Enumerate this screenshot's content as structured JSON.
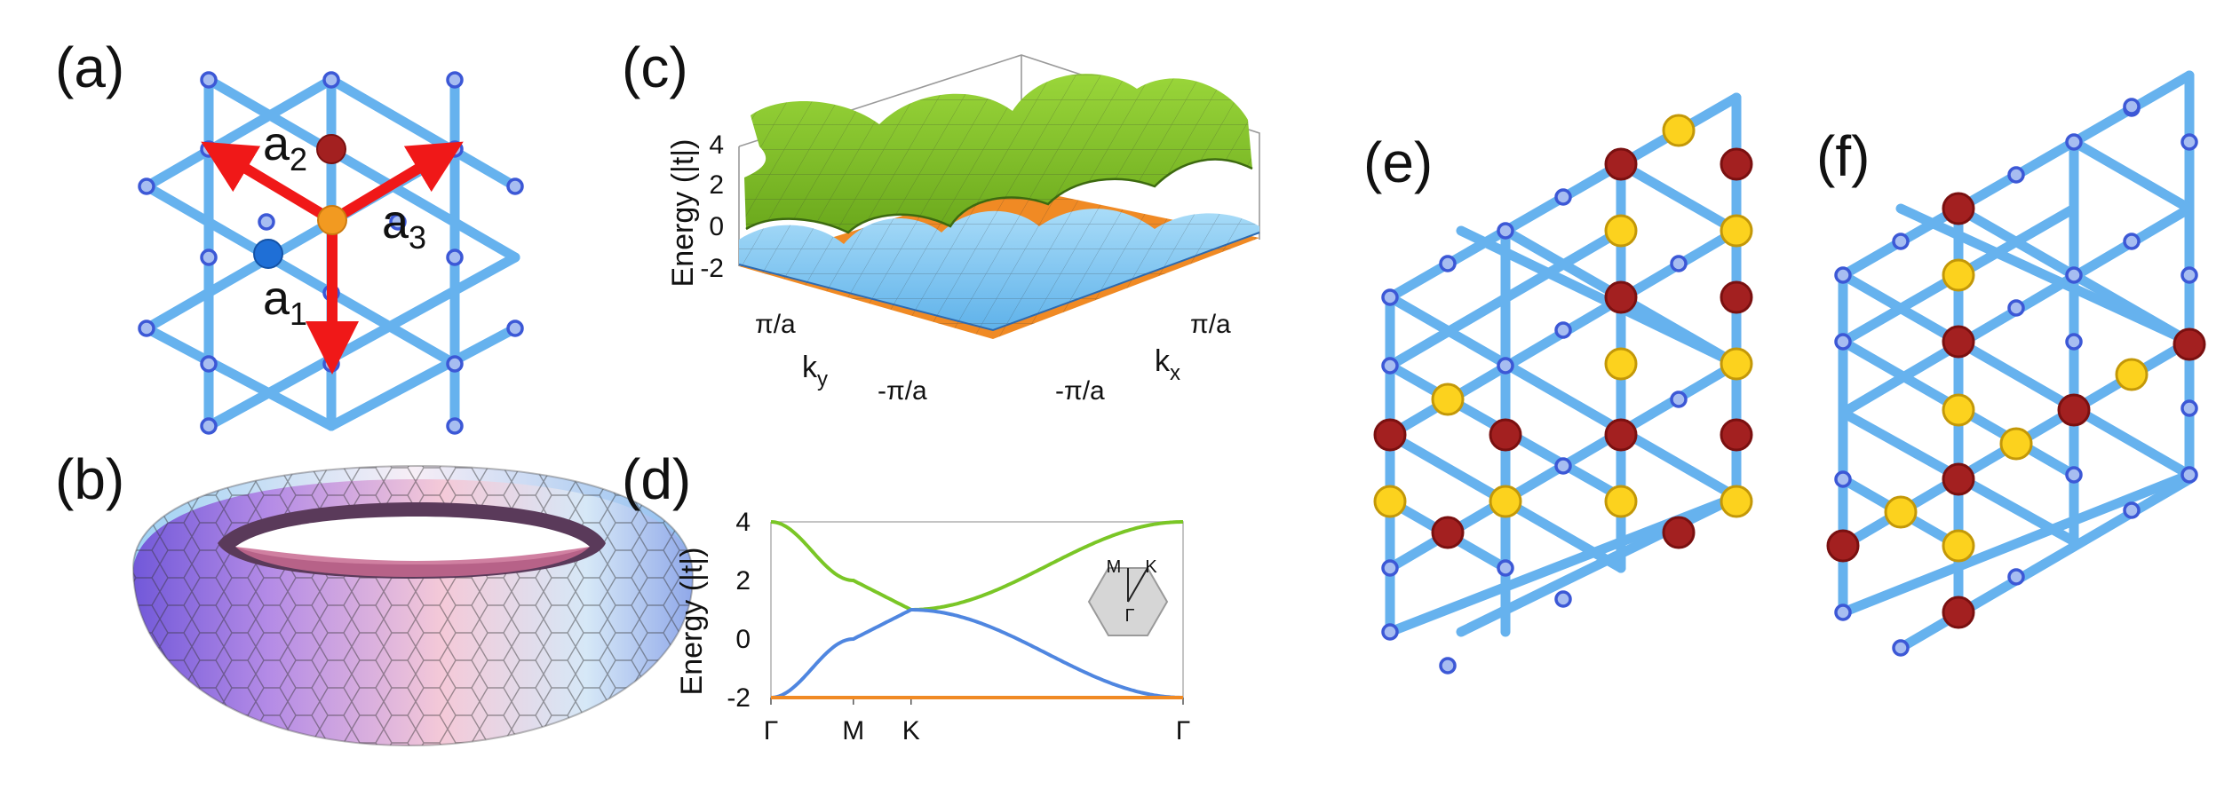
{
  "panels": {
    "a": {
      "label": "(a)",
      "vectors": [
        {
          "base": "a",
          "sub": "1"
        },
        {
          "base": "a",
          "sub": "2"
        },
        {
          "base": "a",
          "sub": "3"
        }
      ]
    },
    "b": {
      "label": "(b)"
    },
    "c": {
      "label": "(c)",
      "zlabel": "Energy (|t|)",
      "zticks": [
        "4",
        "2",
        "0",
        "-2"
      ],
      "ky_label": {
        "base": "k",
        "sub": "y"
      },
      "kx_label": {
        "base": "k",
        "sub": "x"
      },
      "ky_ticks": [
        "π/a",
        "-π/a"
      ],
      "kx_ticks": [
        "-π/a",
        "π/a"
      ]
    },
    "d": {
      "label": "(d)",
      "inset_labels": [
        "M",
        "K",
        "Γ"
      ]
    },
    "e": {
      "label": "(e)"
    },
    "f": {
      "label": "(f)"
    }
  },
  "colors": {
    "bond": "#66b2ee",
    "site": "#a7bdf1",
    "red_site": "#a32020",
    "yellow_site": "#fcd21e",
    "arrow": "#f01818",
    "green_band": "#7ac626",
    "blue_band": "#4f86e0",
    "orange_band": "#f08a24"
  },
  "chart_data": {
    "type": "line",
    "title": "",
    "xlabel": "",
    "ylabel": "Energy (|t|)",
    "categories": [
      "Γ",
      "M",
      "K",
      "Γ"
    ],
    "ylim": [
      -2,
      4
    ],
    "yticks": [
      "4",
      "2",
      "0",
      "-2"
    ],
    "series": [
      {
        "color": "#7ac626",
        "x": [
          "Γ",
          "M",
          "K",
          "Γ"
        ],
        "values": [
          4,
          2,
          1,
          4
        ]
      },
      {
        "color": "#4f86e0",
        "x": [
          "Γ",
          "M",
          "K",
          "Γ"
        ],
        "values": [
          -2,
          0,
          1,
          -2
        ]
      },
      {
        "color": "#f08a24",
        "x": [
          "Γ",
          "M",
          "K",
          "Γ"
        ],
        "values": [
          -2,
          -2,
          -2,
          -2
        ]
      }
    ]
  }
}
